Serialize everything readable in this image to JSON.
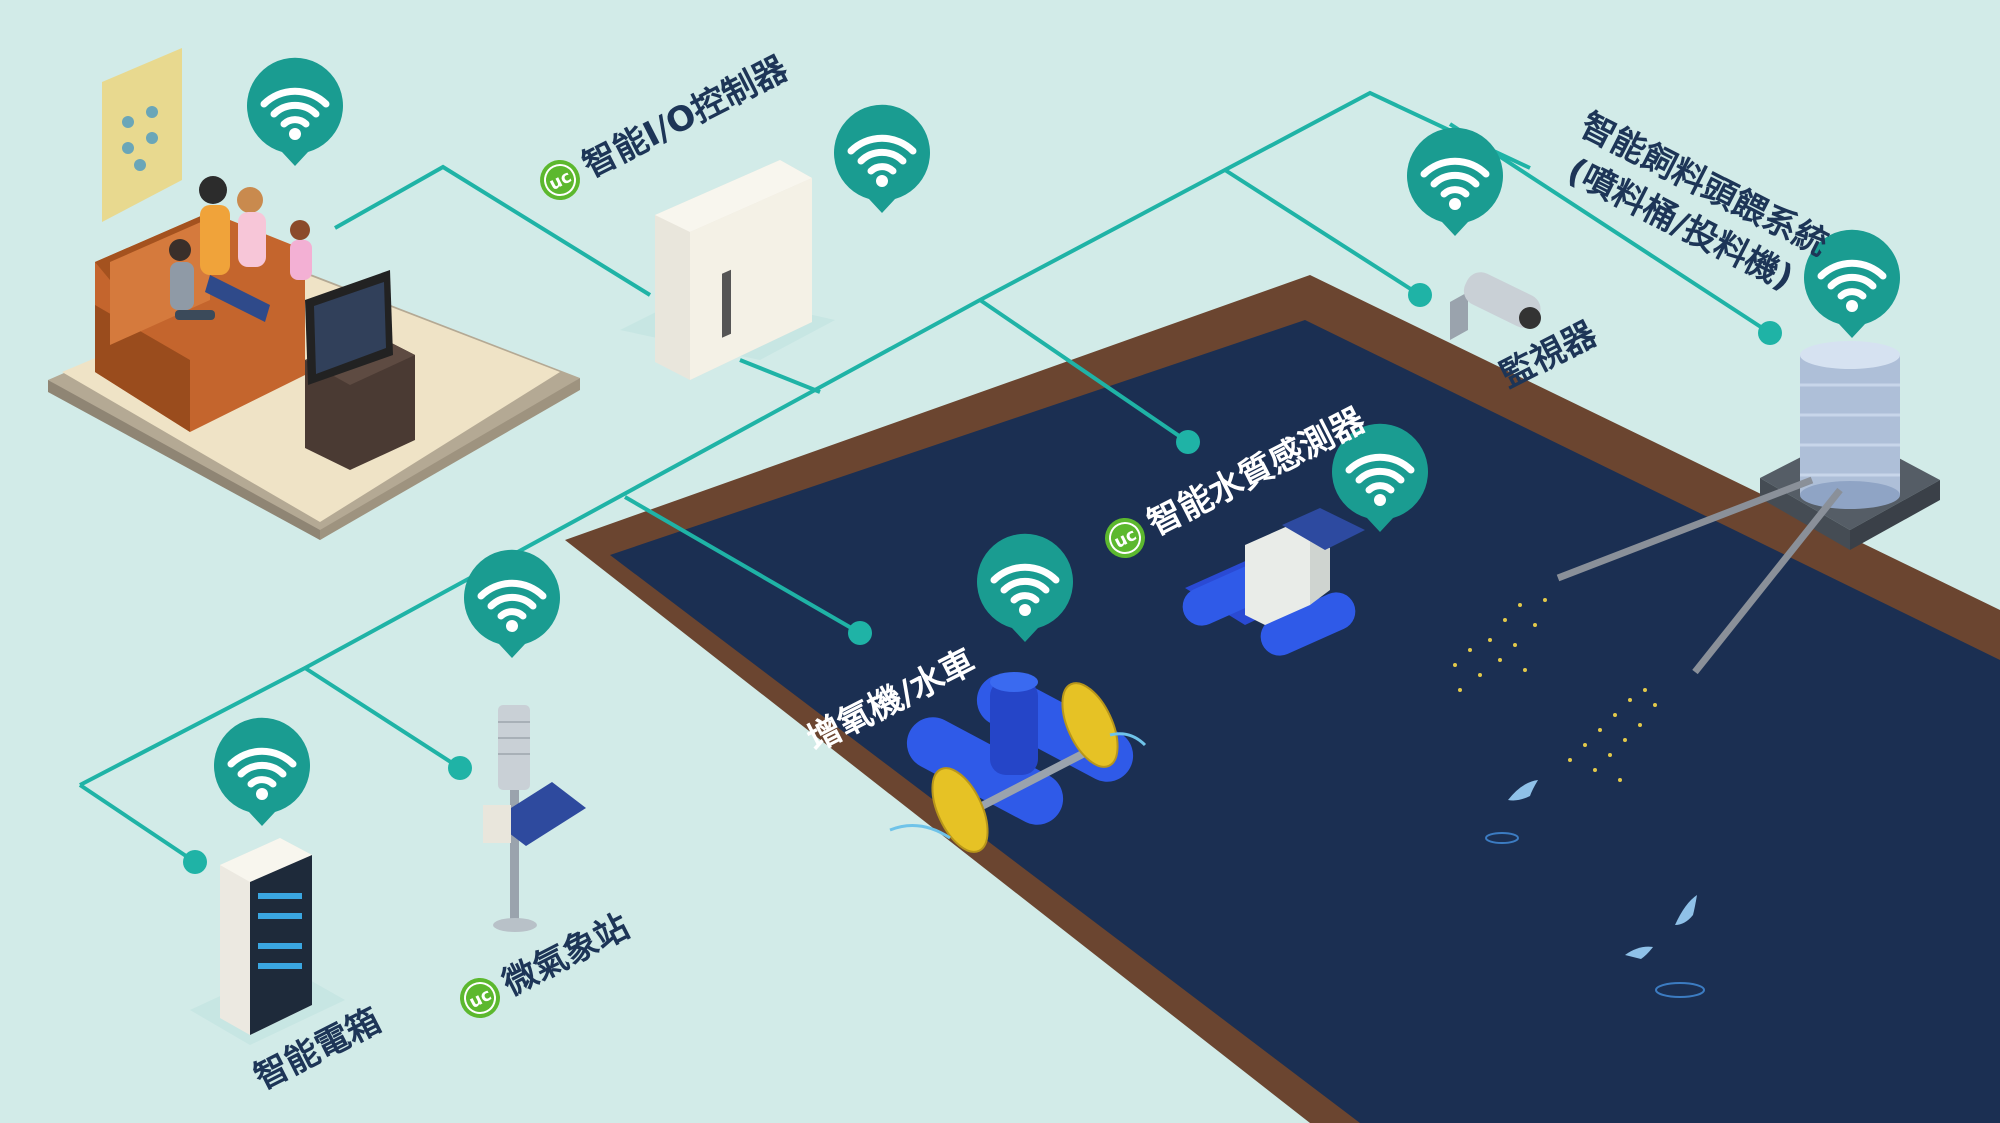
{
  "labels": {
    "io_controller": "智能I/O控制器",
    "feeder_line1": "智能飼料頭餵系統",
    "feeder_line2": "(噴料桶/投料機)",
    "camera": "監視器",
    "water_sensor": "智能水質感測器",
    "aerator": "增氧機/水車",
    "weather_station": "微氣象站",
    "electric_box": "智能電箱"
  },
  "badge_text": "uc",
  "colors": {
    "background": "#d2ebe8",
    "network_line": "#1fb3a6",
    "wifi_bubble": "#1a9c91",
    "pond_water": "#1b2f52",
    "pond_edge": "#6b4530",
    "badge": "#5cb82e",
    "label_dark": "#1d3557"
  },
  "icons": [
    "wifi-icon",
    "uc-badge-icon"
  ]
}
